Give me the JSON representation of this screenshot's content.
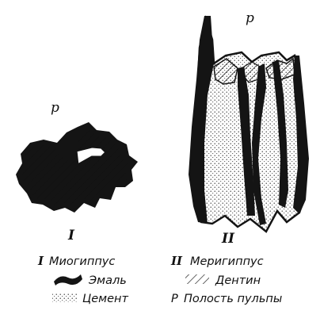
{
  "figure": {
    "tooth_1_pulp_label": "p",
    "tooth_2_pulp_label": "p",
    "tooth_1_numeral": "I",
    "tooth_2_numeral": "II"
  },
  "legend": {
    "miohippus": {
      "numeral": "I",
      "text": "Миогиппус"
    },
    "merychippus": {
      "numeral": "II",
      "text": "Меригиппус"
    },
    "enamel": {
      "text": "Эмаль"
    },
    "dentin": {
      "text": "Дентин"
    },
    "cement": {
      "text": "Цемент"
    },
    "pulp": {
      "letter": "P",
      "text": "Полость пульпы"
    }
  }
}
